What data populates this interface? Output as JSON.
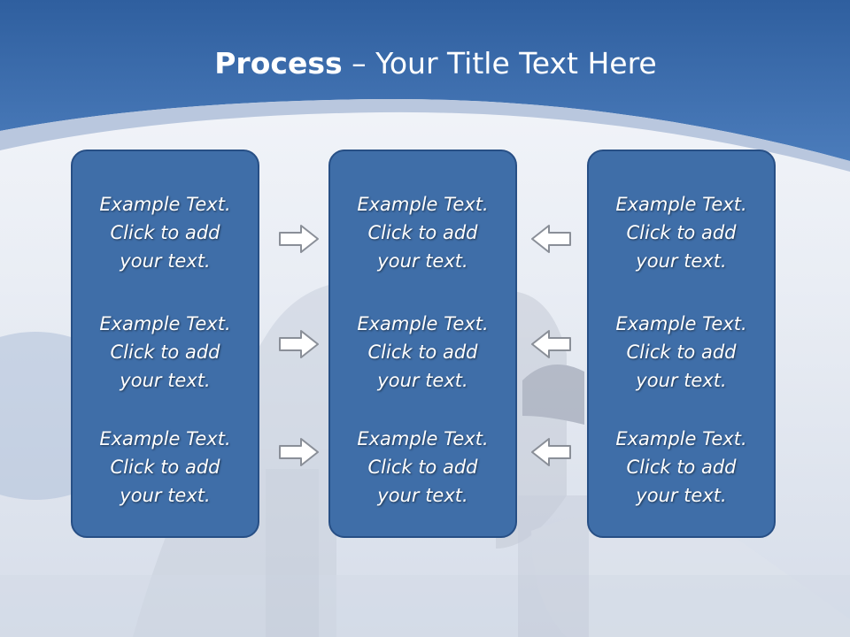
{
  "slide": {
    "title_bold": "Process",
    "title_rest": " – Your Title Text Here"
  },
  "columns": [
    {
      "items": [
        {
          "line1": "Example Text.",
          "line2": "Click  to add",
          "line3": "your text."
        },
        {
          "line1": "Example Text.",
          "line2": "Click  to add",
          "line3": "your text."
        },
        {
          "line1": "Example Text.",
          "line2": "Click  to add",
          "line3": "your text."
        }
      ]
    },
    {
      "items": [
        {
          "line1": "Example Text.",
          "line2": "Click  to add",
          "line3": "your text."
        },
        {
          "line1": "Example Text.",
          "line2": "Click  to add",
          "line3": "your text."
        },
        {
          "line1": "Example Text.",
          "line2": "Click  to add",
          "line3": "your text."
        }
      ]
    },
    {
      "items": [
        {
          "line1": "Example Text.",
          "line2": "Click  to add",
          "line3": "your text."
        },
        {
          "line1": "Example Text.",
          "line2": "Click  to add",
          "line3": "your text."
        },
        {
          "line1": "Example Text.",
          "line2": "Click  to add",
          "line3": "your text."
        }
      ]
    }
  ],
  "arrows": {
    "left_group": "arrow-right-icon",
    "right_group": "arrow-left-icon"
  },
  "colors": {
    "header_blue": "#3a67a6",
    "box_fill": "#3f6ea8",
    "box_border": "#274f85",
    "text": "#ffffff"
  }
}
